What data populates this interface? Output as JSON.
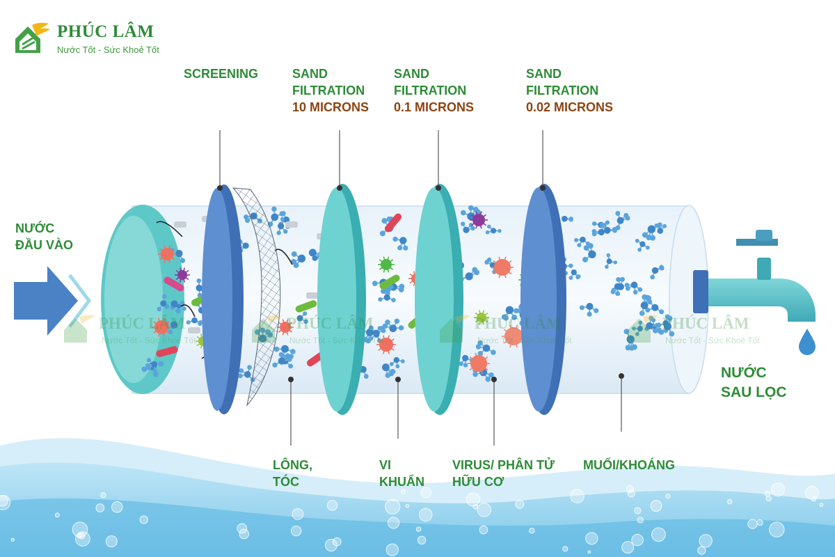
{
  "brand": {
    "name": "PHÚC LÂM",
    "slogan": "Nước Tốt - Sức Khoẻ Tốt"
  },
  "stages": [
    {
      "lines": [
        "SCREENING"
      ]
    },
    {
      "lines": [
        "SAND",
        "FILTRATION"
      ],
      "size": "10 MICRONS"
    },
    {
      "lines": [
        "SAND",
        "FILTRATION"
      ],
      "size": "0.1 MICRONS"
    },
    {
      "lines": [
        "SAND",
        "FILTRATION"
      ],
      "size": "0.02 MICRONS"
    }
  ],
  "inlet": {
    "lines": [
      "NƯỚC",
      "ĐẦU VÀO"
    ]
  },
  "outlet": {
    "lines": [
      "NƯỚC",
      "SAU LỌC"
    ]
  },
  "removed": [
    {
      "lines": [
        "LÔNG,",
        "TÓC"
      ]
    },
    {
      "lines": [
        "VI",
        "KHUẨN"
      ]
    },
    {
      "lines": [
        "VIRUS/ PHÂN TỬ",
        "HỮU CƠ"
      ]
    },
    {
      "lines": [
        "MUỐI/KHOÁNG"
      ]
    }
  ],
  "colors": {
    "label_green": "#2e8b37",
    "micron_brown": "#8b4513",
    "ring_blue": "#4a7fc4",
    "ring_teal": "#5cc9c8",
    "molecule_blue": "#4a90c8",
    "water": "#8fd0ec"
  }
}
